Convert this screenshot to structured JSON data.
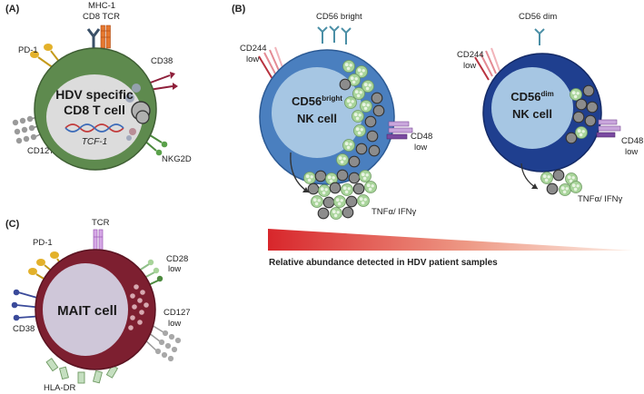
{
  "panel_a": {
    "panel_label": "(A)",
    "cell_line1": "HDV specific",
    "cell_line2": "CD8 T cell",
    "gene_label": "TCF-1",
    "receptor_labels": {
      "mhc": "MHC-1",
      "tcr": "CD8 TCR",
      "pd1": "PD-1",
      "cd38": "CD38",
      "cd127": "CD127",
      "nkg2d": "NKG2D"
    }
  },
  "panel_b": {
    "panel_label": "(B)",
    "bright_cell": {
      "name_main": "CD56",
      "name_sup": "bright",
      "name_line2": "NK cell",
      "top_label": "CD56 bright",
      "cd244_line1": "CD244",
      "cd244_line2": "low",
      "cd48_line1": "CD48",
      "cd48_line2": "low",
      "cytokine_label": "TNFα/ IFNγ"
    },
    "dim_cell": {
      "name_main": "CD56",
      "name_sup": "dim",
      "name_line2": "NK cell",
      "top_label": "CD56 dim",
      "cd244_line1": "CD244",
      "cd244_line2": "low",
      "cd48_line1": "CD48",
      "cd48_line2": "low",
      "cytokine_label": "TNFα/ IFNγ"
    },
    "gradient_caption": "Relative abundance detected in HDV patient samples"
  },
  "panel_c": {
    "panel_label": "(C)",
    "cell_name": "MAIT cell",
    "receptor_labels": {
      "tcr": "TCR",
      "pd1": "PD-1",
      "cd28_line1": "CD28",
      "cd28_line2": "low",
      "cd38": "CD38",
      "cd127_line1": "CD127",
      "cd127_line2": "low",
      "hladr": "HLA-DR"
    }
  },
  "colors": {
    "cd8_outer": "#5e8a4e",
    "cd8_inner": "#dcdcdc",
    "nk_bright": "#4a7fbf",
    "nk_dim": "#1f3f8f",
    "nk_nucleus": "#a6c6e3",
    "mait_outer": "#7d1f30",
    "mait_inner": "#cfc7d9",
    "granule_green": "#9ccc8e",
    "granule_grey": "#8f8f8f",
    "gradient_start": "#d8262b",
    "gradient_end": "#fbe6d8"
  }
}
